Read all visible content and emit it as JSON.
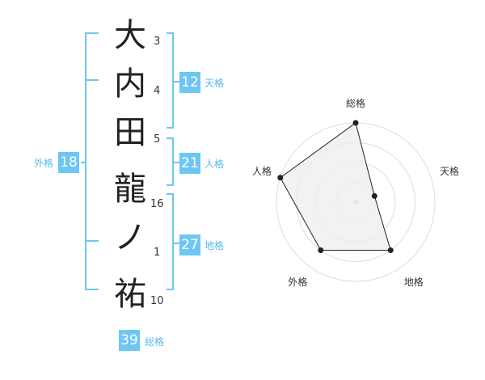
{
  "colors": {
    "accent": "#6ec6f5",
    "accent_text": "#5bb8ee",
    "ink": "#222222",
    "radar_fill": "#eeeeee",
    "radar_line": "#222222",
    "ring": "#dddddd"
  },
  "name": {
    "characters": [
      {
        "char": "大",
        "strokes": "3"
      },
      {
        "char": "内",
        "strokes": "4"
      },
      {
        "char": "田",
        "strokes": "5"
      },
      {
        "char": "龍",
        "strokes": "16"
      },
      {
        "char": "ノ",
        "strokes": "1"
      },
      {
        "char": "祐",
        "strokes": "10"
      }
    ]
  },
  "fortunes": {
    "tenkaku": {
      "value": "12",
      "label": "天格"
    },
    "jinkaku": {
      "value": "21",
      "label": "人格"
    },
    "chikaku": {
      "value": "27",
      "label": "地格"
    },
    "gaikaku": {
      "value": "18",
      "label": "外格"
    },
    "soukaku": {
      "value": "39",
      "label": "総格"
    }
  },
  "chart_data": {
    "type": "radar",
    "axes": [
      "総格",
      "天格",
      "地格",
      "外格",
      "人格"
    ],
    "values": [
      4,
      1,
      3,
      3,
      4
    ],
    "max": 4,
    "rings": 4,
    "grid": true
  }
}
